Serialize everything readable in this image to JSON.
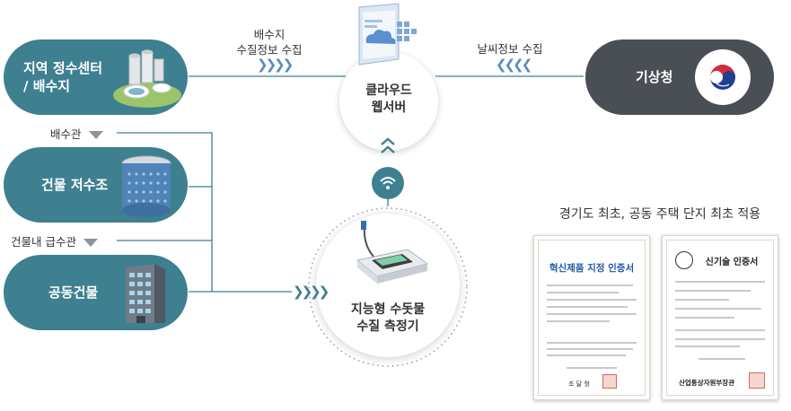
{
  "sources": {
    "water_center": "지역 정수센터\n/ 배수지",
    "building_tank": "건물 저수조",
    "apartment": "공동건물",
    "kma": "기상청"
  },
  "pipes": {
    "main": "배수관",
    "indoor": "건물내 급수관"
  },
  "flows": {
    "water_quality": "배수지\n수질정보 수집",
    "weather": "날씨정보 수집"
  },
  "hubs": {
    "cloud": "클라우드\n웹서버",
    "sensor": "지능형 수돗물\n수질 측정기"
  },
  "certificates": {
    "heading": "경기도 최초, 공동 주택 단지 최초 적용",
    "innovation": {
      "title": "혁신제품 지정 인증서",
      "issuer": "조 달 청"
    },
    "new_tech": {
      "title": "신기술 인증서",
      "issuer": "산업통상자원부장관"
    }
  },
  "colors": {
    "teal": "#3e7f90",
    "dark": "#4a4f55",
    "arrow": "#5b8cc0",
    "line": "#3e7f90"
  }
}
